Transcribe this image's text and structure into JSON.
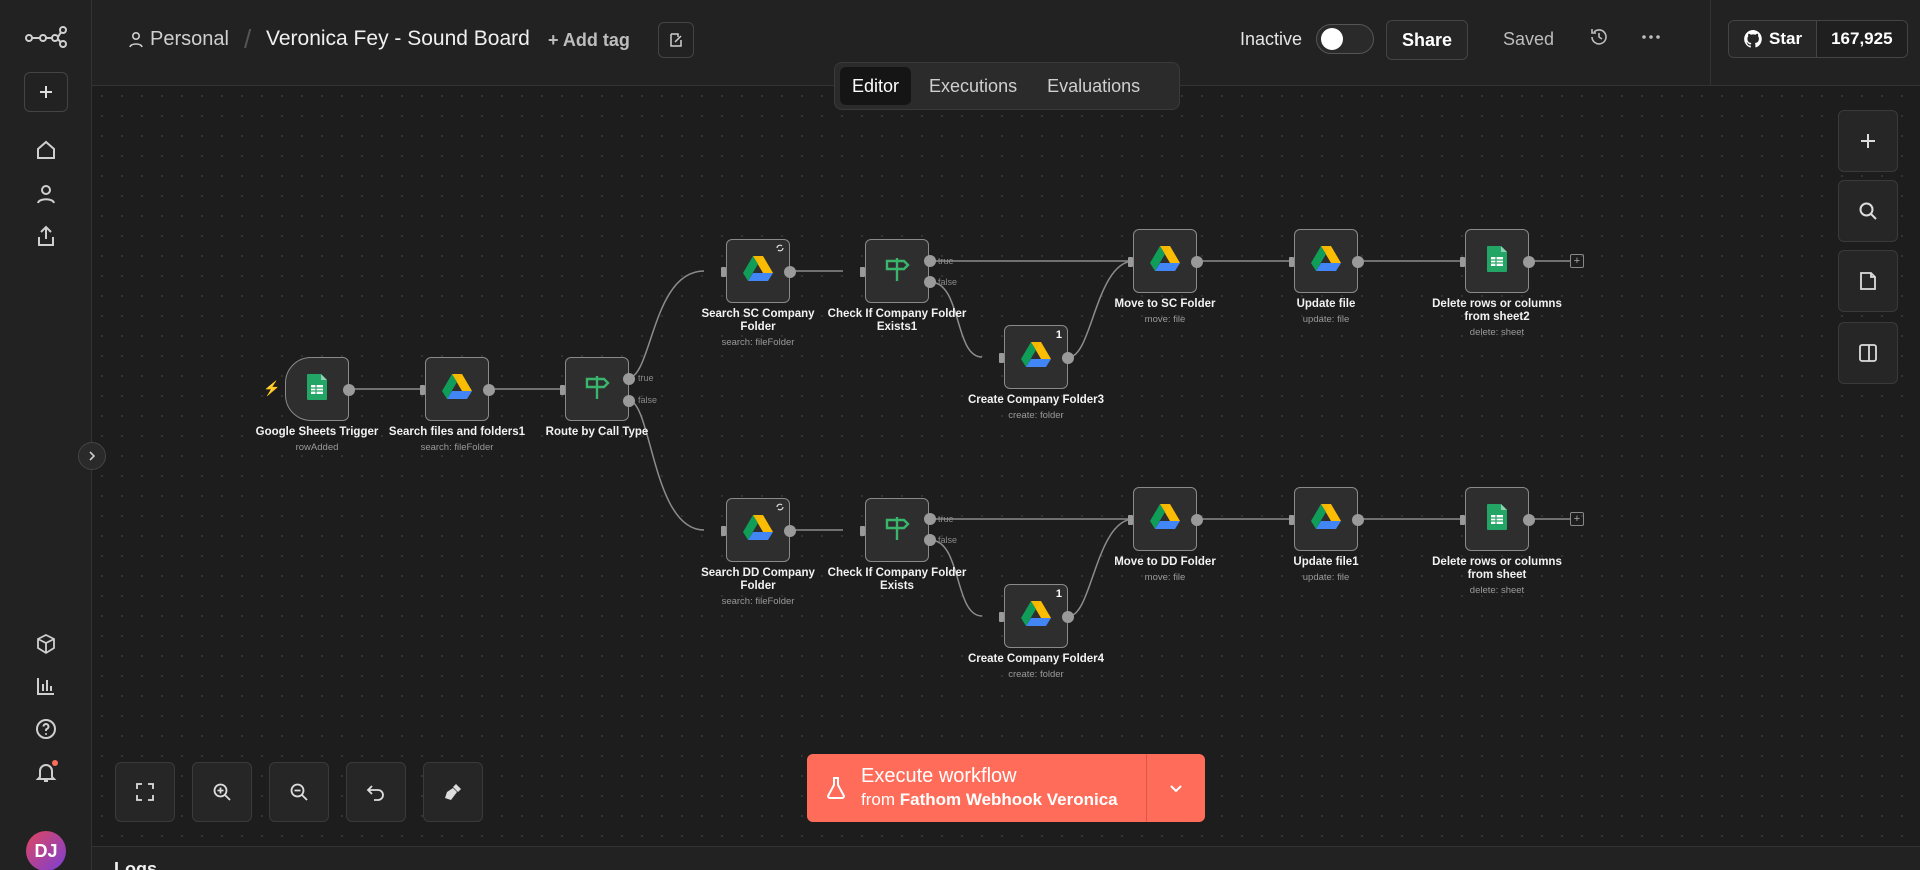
{
  "sidebar": {
    "logo_icon": "n8n-logo-icon",
    "items": [
      {
        "name": "add",
        "icon": "plus-icon"
      },
      {
        "name": "home",
        "icon": "home-icon"
      },
      {
        "name": "personal",
        "icon": "user-icon"
      },
      {
        "name": "shared",
        "icon": "share-icon"
      },
      {
        "name": "templates",
        "icon": "cube-icon"
      },
      {
        "name": "insights",
        "icon": "chart-icon"
      },
      {
        "name": "help",
        "icon": "help-icon"
      },
      {
        "name": "notifications",
        "icon": "bell-icon"
      }
    ],
    "avatar_initials": "DJ"
  },
  "header": {
    "project": "Personal",
    "separator": "/",
    "workflow_title": "Veronica Fey - Sound Board",
    "add_tag": "+ Add tag",
    "active_label": "Inactive",
    "share": "Share",
    "saved": "Saved",
    "github_star": "Star",
    "github_count": "167,925"
  },
  "tabs": [
    {
      "label": "Editor",
      "active": true
    },
    {
      "label": "Executions",
      "active": false
    },
    {
      "label": "Evaluations",
      "active": false
    }
  ],
  "nodes": [
    {
      "id": "trigger",
      "label": "Google Sheets Trigger",
      "sub": "rowAdded",
      "icon": "sheets"
    },
    {
      "id": "search1",
      "label": "Search files and folders1",
      "sub": "search: fileFolder",
      "icon": "drive"
    },
    {
      "id": "route",
      "label": "Route by Call Type",
      "sub": "",
      "icon": "if"
    },
    {
      "id": "searchSC",
      "label": "Search SC Company Folder",
      "sub": "search: fileFolder",
      "icon": "drive"
    },
    {
      "id": "checkSC",
      "label": "Check If Company Folder Exists1",
      "sub": "",
      "icon": "if"
    },
    {
      "id": "create3",
      "label": "Create Company Folder3",
      "sub": "create: folder",
      "icon": "drive",
      "badge": "1"
    },
    {
      "id": "moveSC",
      "label": "Move to SC Folder",
      "sub": "move: file",
      "icon": "drive"
    },
    {
      "id": "update",
      "label": "Update file",
      "sub": "update: file",
      "icon": "drive"
    },
    {
      "id": "delete2",
      "label": "Delete rows or columns from sheet2",
      "sub": "delete: sheet",
      "icon": "sheets"
    },
    {
      "id": "searchDD",
      "label": "Search DD Company Folder",
      "sub": "search: fileFolder",
      "icon": "drive"
    },
    {
      "id": "checkDD",
      "label": "Check If Company Folder Exists",
      "sub": "",
      "icon": "if"
    },
    {
      "id": "create4",
      "label": "Create Company Folder4",
      "sub": "create: folder",
      "icon": "drive",
      "badge": "1"
    },
    {
      "id": "moveDD",
      "label": "Move to DD Folder",
      "sub": "move: file",
      "icon": "drive"
    },
    {
      "id": "update1",
      "label": "Update file1",
      "sub": "update: file",
      "icon": "drive"
    },
    {
      "id": "delete",
      "label": "Delete rows or columns from sheet",
      "sub": "delete: sheet",
      "icon": "sheets"
    }
  ],
  "branch_labels": {
    "true": "true",
    "false": "false"
  },
  "right_tools": [
    "plus-icon",
    "search-icon",
    "sticky-note-icon",
    "panel-icon"
  ],
  "bottom_tools": [
    "fit-view-icon",
    "zoom-in-icon",
    "zoom-out-icon",
    "undo-icon",
    "clean-up-icon"
  ],
  "execute": {
    "line1": "Execute workflow",
    "line2_prefix": "from",
    "line2_source": "Fathom Webhook Veronica",
    "color": "#ff6d5a"
  },
  "logs": {
    "label": "Logs"
  }
}
